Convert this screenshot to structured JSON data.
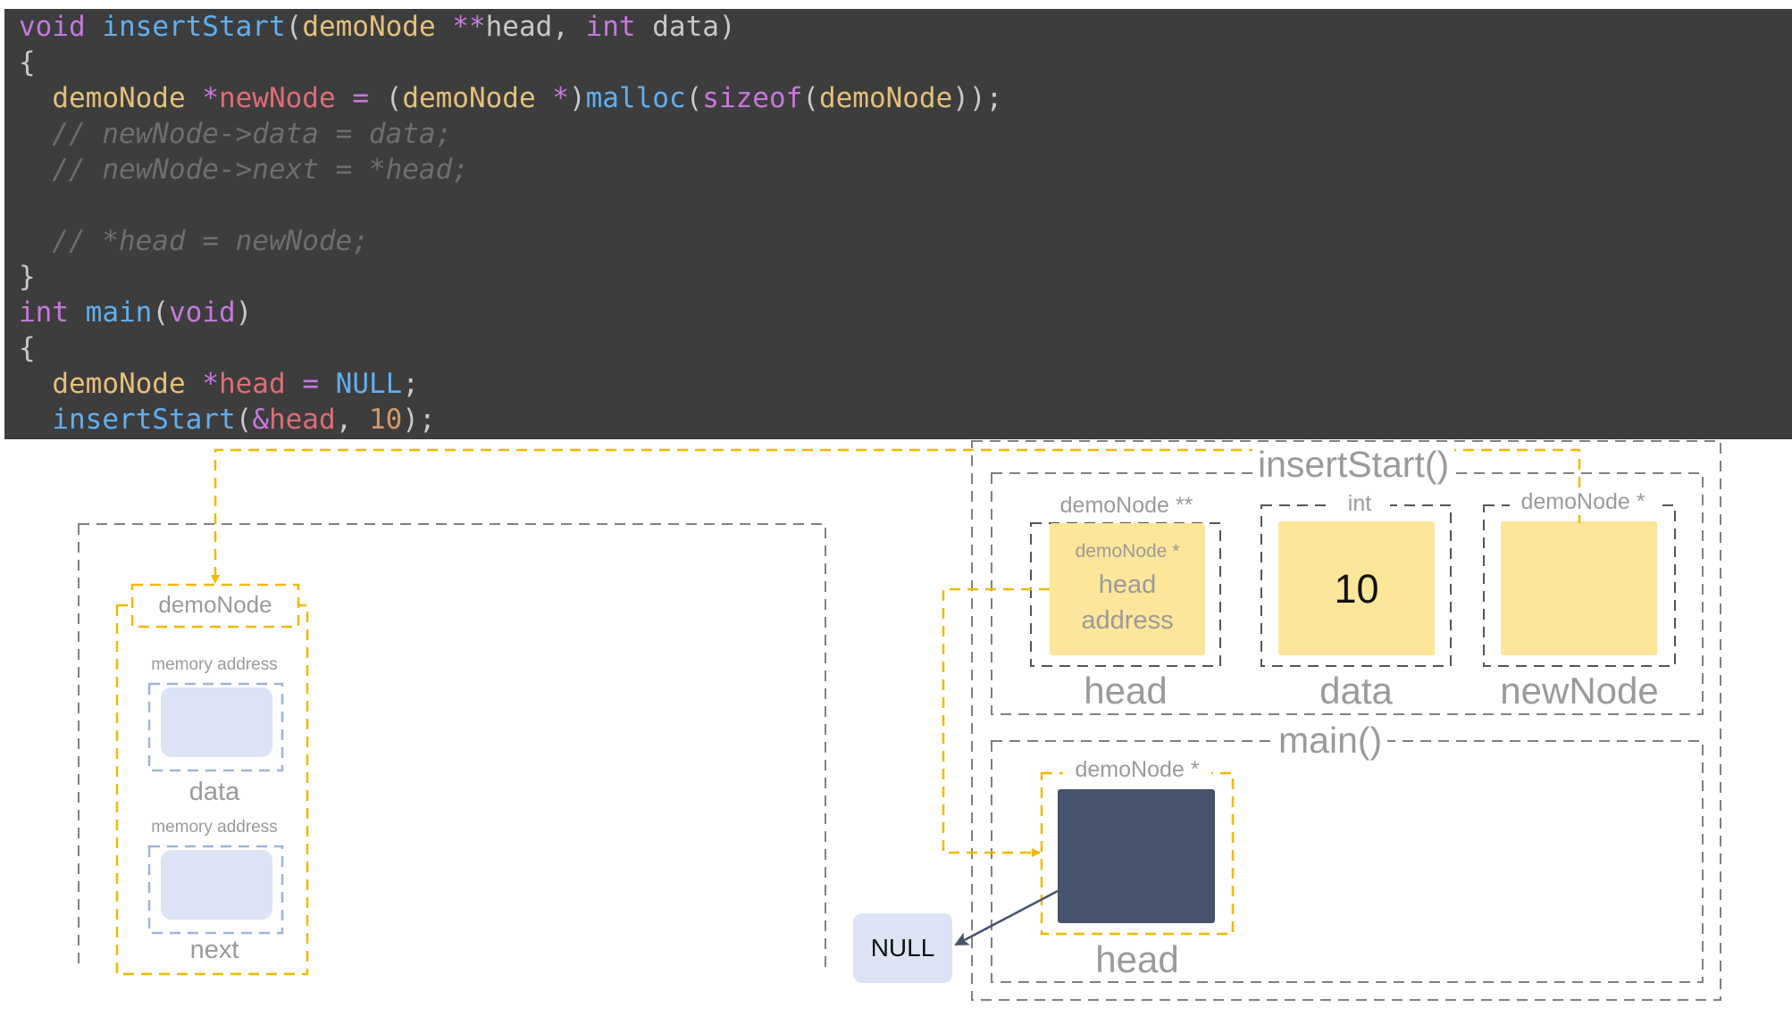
{
  "code": {
    "lines": [
      [
        {
          "t": "void",
          "c": "kw"
        },
        {
          "t": " ",
          "c": "pl"
        },
        {
          "t": "insertStart",
          "c": "fn"
        },
        {
          "t": "(",
          "c": "pl"
        },
        {
          "t": "demoNode",
          "c": "ty"
        },
        {
          "t": " ",
          "c": "pl"
        },
        {
          "t": "**",
          "c": "op"
        },
        {
          "t": "head, ",
          "c": "pl"
        },
        {
          "t": "int",
          "c": "kw"
        },
        {
          "t": " data)",
          "c": "pl"
        }
      ],
      [
        {
          "t": "{",
          "c": "pl"
        }
      ],
      [
        {
          "t": "  ",
          "c": "pl"
        },
        {
          "t": "demoNode",
          "c": "ty"
        },
        {
          "t": " ",
          "c": "pl"
        },
        {
          "t": "*",
          "c": "op"
        },
        {
          "t": "newNode",
          "c": "var"
        },
        {
          "t": " ",
          "c": "pl"
        },
        {
          "t": "=",
          "c": "op"
        },
        {
          "t": " (",
          "c": "pl"
        },
        {
          "t": "demoNode",
          "c": "ty"
        },
        {
          "t": " ",
          "c": "pl"
        },
        {
          "t": "*",
          "c": "op"
        },
        {
          "t": ")",
          "c": "pl"
        },
        {
          "t": "malloc",
          "c": "fn"
        },
        {
          "t": "(",
          "c": "pl"
        },
        {
          "t": "sizeof",
          "c": "kw"
        },
        {
          "t": "(",
          "c": "pl"
        },
        {
          "t": "demoNode",
          "c": "ty"
        },
        {
          "t": "));",
          "c": "pl"
        }
      ],
      [
        {
          "t": "  // newNode->data = data;",
          "c": "cm"
        }
      ],
      [
        {
          "t": "  // newNode->next = *head;",
          "c": "cm"
        }
      ],
      [],
      [
        {
          "t": "  // *head = newNode;",
          "c": "cm"
        }
      ],
      [
        {
          "t": "}",
          "c": "pl"
        }
      ],
      [
        {
          "t": "int",
          "c": "kw"
        },
        {
          "t": " ",
          "c": "pl"
        },
        {
          "t": "main",
          "c": "fn"
        },
        {
          "t": "(",
          "c": "pl"
        },
        {
          "t": "void",
          "c": "kw"
        },
        {
          "t": ")",
          "c": "pl"
        }
      ],
      [
        {
          "t": "{",
          "c": "pl"
        }
      ],
      [
        {
          "t": "  ",
          "c": "pl"
        },
        {
          "t": "demoNode",
          "c": "ty"
        },
        {
          "t": " ",
          "c": "pl"
        },
        {
          "t": "*",
          "c": "op"
        },
        {
          "t": "head",
          "c": "var"
        },
        {
          "t": " ",
          "c": "pl"
        },
        {
          "t": "=",
          "c": "op"
        },
        {
          "t": " ",
          "c": "pl"
        },
        {
          "t": "NULL",
          "c": "fn"
        },
        {
          "t": ";",
          "c": "pl"
        }
      ],
      [
        {
          "t": "  ",
          "c": "pl"
        },
        {
          "t": "insertStart",
          "c": "fn"
        },
        {
          "t": "(",
          "c": "pl"
        },
        {
          "t": "&",
          "c": "op"
        },
        {
          "t": "head",
          "c": "var"
        },
        {
          "t": ", ",
          "c": "pl"
        },
        {
          "t": "10",
          "c": "num"
        },
        {
          "t": ");",
          "c": "pl"
        }
      ]
    ]
  },
  "heap": {
    "struct_type": "demoNode",
    "data_field": {
      "caption": "memory address",
      "name": "data"
    },
    "next_field": {
      "caption": "memory address",
      "name": "next"
    }
  },
  "frames": {
    "insert_start": {
      "title": "insertStart()",
      "head": {
        "type": "demoNode **",
        "value_type": "demoNode *",
        "value_line1": "head",
        "value_line2": "address",
        "name": "head"
      },
      "data": {
        "type": "int",
        "value": "10",
        "name": "data"
      },
      "new_node": {
        "type": "demoNode *",
        "name": "newNode"
      }
    },
    "main": {
      "title": "main()",
      "head": {
        "type": "demoNode *",
        "name": "head"
      }
    }
  },
  "null_box": {
    "label": "NULL"
  },
  "colors": {
    "code_bg": "#3d3d3d",
    "arrow": "#f5b700",
    "cell_fill": "#fde699",
    "heap_cell_fill": "#dbe3f5",
    "heap_cell_border": "#9fb4d8",
    "pointer_fill": "#45546c",
    "frame_border": "#808080"
  }
}
